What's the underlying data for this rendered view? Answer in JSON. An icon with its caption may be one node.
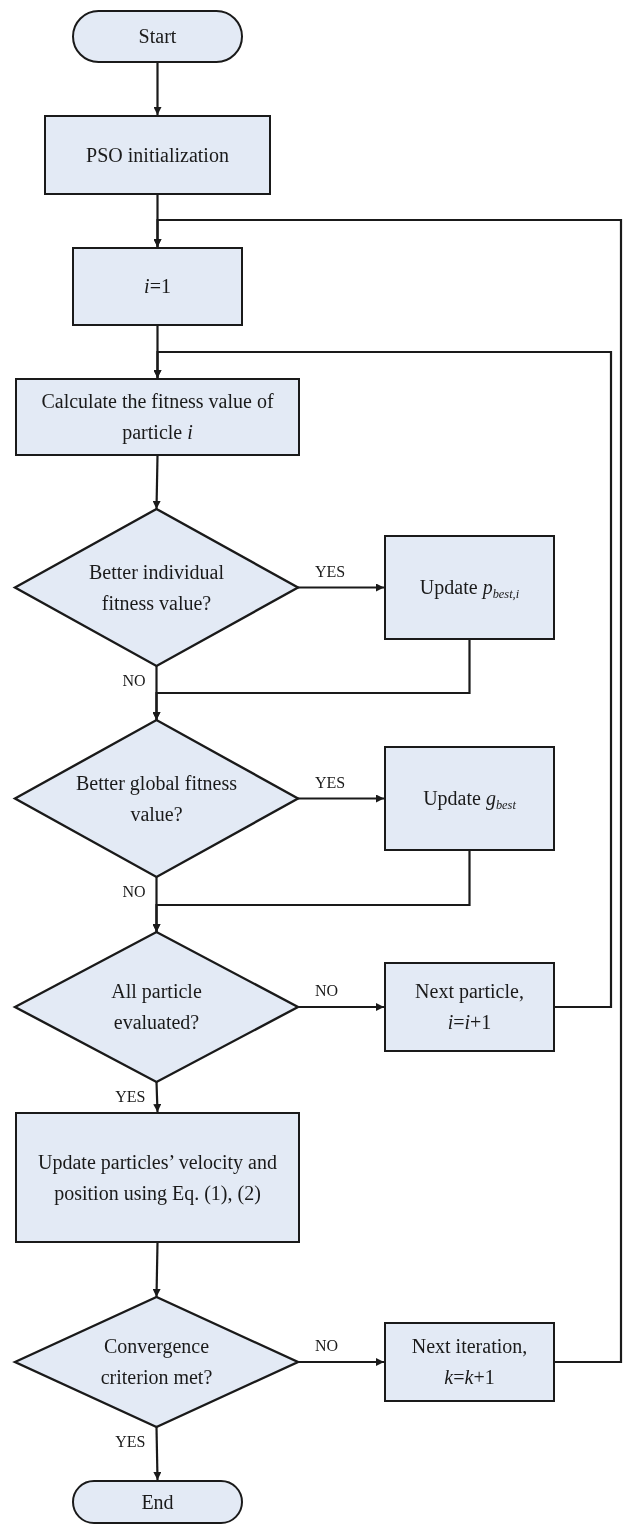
{
  "diagram": {
    "nodes": [
      {
        "text": [
          "Start"
        ]
      },
      {
        "text": [
          "PSO initialization"
        ]
      },
      {
        "text": [
          "*i*=1"
        ]
      },
      {
        "text": [
          "Calculate the fitness value of particle *i*"
        ]
      },
      {
        "text": [
          "Better individual fitness value?"
        ]
      },
      {
        "text": [
          "Update *p*$_{best,i}$"
        ]
      },
      {
        "text": [
          "Better global fitness value?"
        ]
      },
      {
        "text": [
          "Update *g*$_{best}$"
        ]
      },
      {
        "text": [
          "All particle evaluated?"
        ]
      },
      {
        "text": [
          "Next particle, *i*=*i*+1"
        ]
      },
      {
        "text": [
          "Update particles’ velocity and position using Eq. (1), (2)"
        ]
      },
      {
        "text": [
          "Convergence criterion met?"
        ]
      },
      {
        "text": [
          "Next iteration, *k*=*k*+1"
        ]
      },
      {
        "text": [
          "End"
        ]
      }
    ],
    "edges": [
      {
        "from": 0,
        "to": 1,
        "arrow": "to"
      },
      {
        "from": 1,
        "to": 2,
        "arrow": "to"
      },
      {
        "from": 2,
        "to": 3,
        "arrow": "to"
      },
      {
        "from": 3,
        "to": 4,
        "arrow": "to"
      },
      {
        "from": 4,
        "to": 5,
        "arrow": "to",
        "label": "YES"
      },
      {
        "from": 4,
        "to": 6,
        "arrow": "to",
        "label": "NO"
      },
      {
        "from": 5,
        "to": 6,
        "arrow": "to"
      },
      {
        "from": 6,
        "to": 7,
        "arrow": "to",
        "label": "YES"
      },
      {
        "from": 6,
        "to": 8,
        "arrow": "to",
        "label": "NO"
      },
      {
        "from": 7,
        "to": 8,
        "arrow": "to"
      },
      {
        "from": 8,
        "to": 9,
        "arrow": "to",
        "label": "NO"
      },
      {
        "from": 9,
        "to": 3,
        "arrow": "to"
      },
      {
        "from": 8,
        "to": 10,
        "arrow": "to",
        "label": "YES"
      },
      {
        "from": 10,
        "to": 11,
        "arrow": "to"
      },
      {
        "from": 11,
        "to": 12,
        "arrow": "to",
        "label": "NO"
      },
      {
        "from": 12,
        "to": 2,
        "arrow": "to"
      },
      {
        "from": 11,
        "to": 13,
        "arrow": "to",
        "label": "YES"
      }
    ]
  }
}
